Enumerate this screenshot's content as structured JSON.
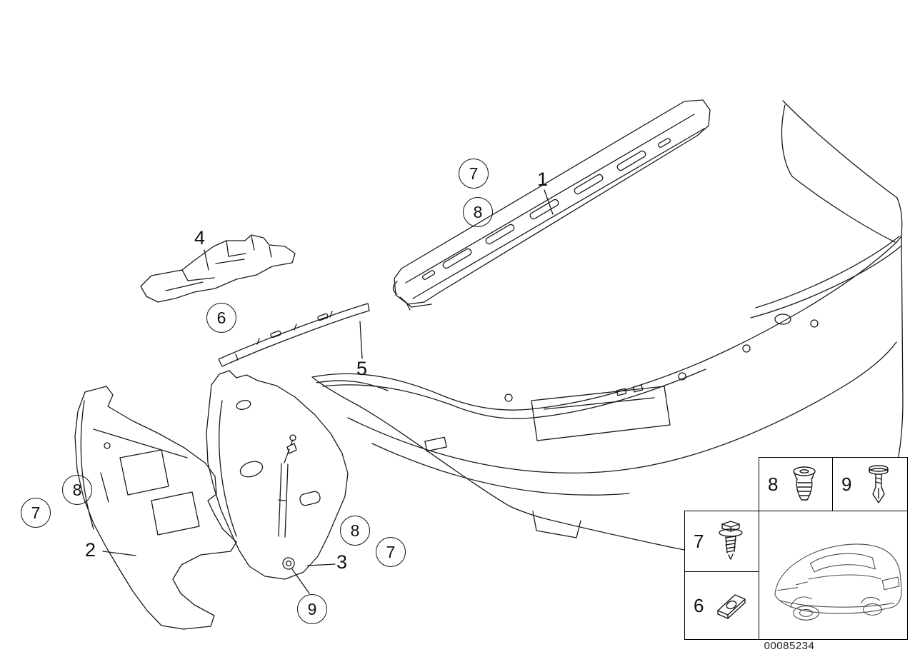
{
  "diagram": {
    "drawing_number": "00085234",
    "colors": {
      "line": "#1a1a1a",
      "background": "#ffffff"
    },
    "callouts": [
      {
        "label": "7",
        "circled": true
      },
      {
        "label": "8",
        "circled": true
      },
      {
        "label": "1",
        "circled": false
      },
      {
        "label": "4",
        "circled": false
      },
      {
        "label": "6",
        "circled": true
      },
      {
        "label": "5",
        "circled": false
      },
      {
        "label": "8",
        "circled": true
      },
      {
        "label": "7",
        "circled": true
      },
      {
        "label": "2",
        "circled": false
      },
      {
        "label": "8",
        "circled": true
      },
      {
        "label": "7",
        "circled": true
      },
      {
        "label": "3",
        "circled": false
      },
      {
        "label": "9",
        "circled": true
      }
    ],
    "legend": {
      "cells": [
        {
          "label": "8",
          "icon": "expanding-rivet-icon"
        },
        {
          "label": "9",
          "icon": "push-pin-rivet-icon"
        },
        {
          "label": "7",
          "icon": "hex-screw-icon"
        },
        {
          "label": "6",
          "icon": "clip-nut-icon"
        }
      ],
      "car_thumbnail": "car-rear-three-quarter-drawing"
    }
  }
}
